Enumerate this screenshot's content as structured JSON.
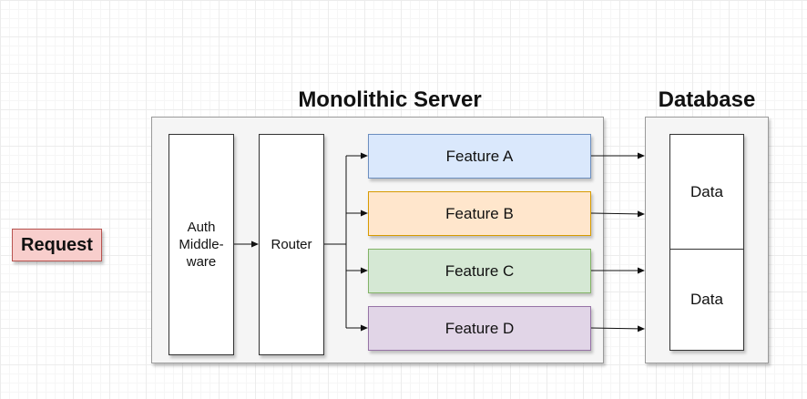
{
  "diagram": {
    "request": {
      "label": "Request",
      "fill": "#f8cecc",
      "stroke": "#b85450"
    },
    "server": {
      "title": "Monolithic Server",
      "auth_label": "Auth\nMiddle-\nware",
      "router_label": "Router",
      "features": [
        {
          "label": "Feature A",
          "fill": "#dae8fc",
          "stroke": "#6c8ebf"
        },
        {
          "label": "Feature B",
          "fill": "#ffe6cc",
          "stroke": "#d79b00"
        },
        {
          "label": "Feature C",
          "fill": "#d5e8d4",
          "stroke": "#82b366"
        },
        {
          "label": "Feature D",
          "fill": "#e1d5e7",
          "stroke": "#9673a6"
        }
      ]
    },
    "database": {
      "title": "Database",
      "cells": [
        "Data",
        "Data"
      ]
    }
  }
}
